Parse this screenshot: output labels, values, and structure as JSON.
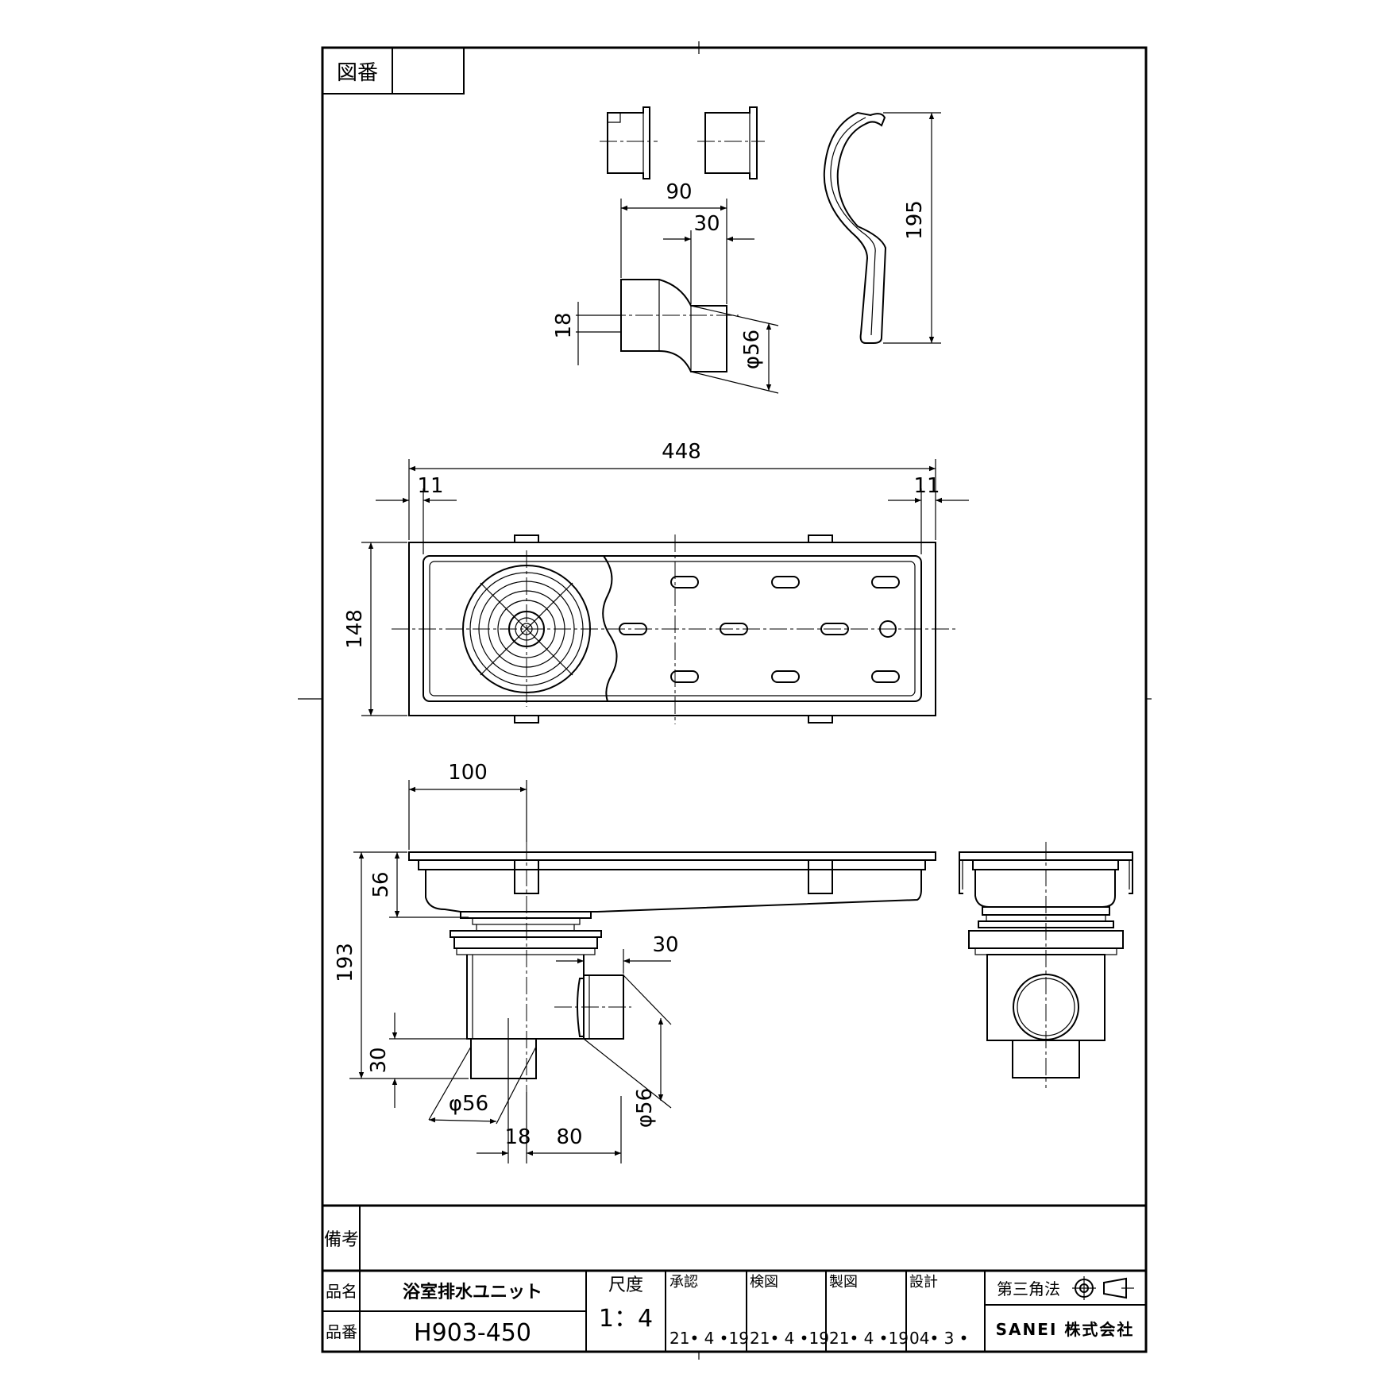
{
  "title_block": {
    "drawing_no_label": "図番",
    "drawing_no_value": "",
    "remarks_label": "備考",
    "product_name_label": "品名",
    "product_name_value": "浴室排水ユニット",
    "product_no_label": "品番",
    "product_no_value": "H903-450",
    "scale_label": "尺度",
    "scale_value": "1：4",
    "approved_label": "承認",
    "approved_date": "21• 4 •19",
    "checked_label": "検図",
    "checked_date": "21• 4 •19",
    "drawn_label": "製図",
    "drawn_date": "21• 4 •19",
    "designed_label": "設計",
    "designed_date": "04• 3 •",
    "projection_label": "第三角法",
    "company": "SANEI 株式会社"
  },
  "dimensions": {
    "d90": "90",
    "d30_top": "30",
    "d18_top": "18",
    "d56_top": "φ56",
    "d195": "195",
    "d448": "448",
    "d11_left": "11",
    "d11_right": "11",
    "d148": "148",
    "d100": "100",
    "d56_height": "56",
    "d193": "193",
    "d30_side": "30",
    "d30_bottom": "30",
    "d56_bottom_left": "φ56",
    "d56_bottom_right": "φ56",
    "d18_bottom": "18",
    "d80": "80"
  }
}
